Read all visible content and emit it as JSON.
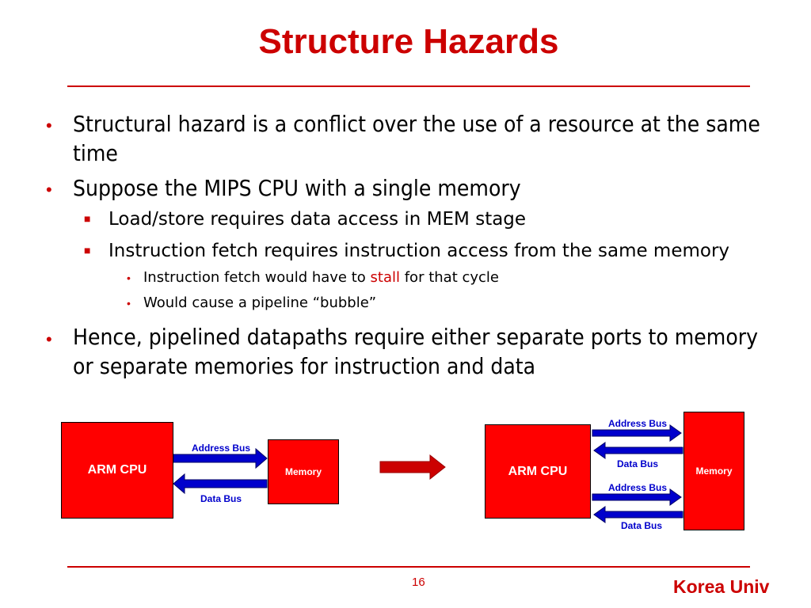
{
  "title": "Structure Hazards",
  "bullets": {
    "b1": "Structural hazard is a conflict over the use of a resource at the same time",
    "b2": "Suppose the MIPS CPU with a single memory",
    "b2_sub1": "Load/store requires data access in MEM stage",
    "b2_sub2": "Instruction fetch requires instruction access from the same memory",
    "b2_sub2_a_pre": "Instruction fetch would have to ",
    "b2_sub2_a_em": "stall",
    "b2_sub2_a_post": " for that cycle",
    "b2_sub2_b": "Would cause a pipeline “bubble”",
    "b3": "Hence, pipelined datapaths require either separate ports to memory or separate memories for instruction and data"
  },
  "diagram_left": {
    "cpu": "ARM CPU",
    "memory": "Memory",
    "address_bus": "Address Bus",
    "data_bus": "Data Bus"
  },
  "diagram_right": {
    "cpu": "ARM CPU",
    "memory": "Memory",
    "address_bus_1": "Address Bus",
    "data_bus_1": "Data Bus",
    "address_bus_2": "Address Bus",
    "data_bus_2": "Data Bus"
  },
  "footer": {
    "page_number": "16",
    "brand": "Korea Univ"
  },
  "colors": {
    "accent": "#cc0000",
    "box_fill": "#ff0000",
    "bus_blue": "#0000cc"
  }
}
